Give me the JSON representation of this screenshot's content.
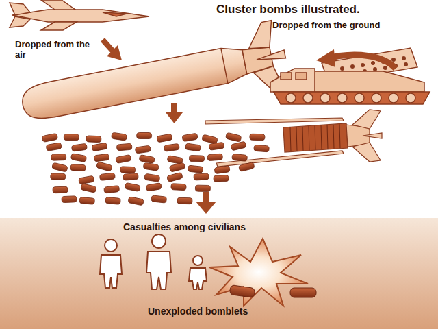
{
  "diagram": {
    "title": "Cluster bombs illustrated.",
    "labels": [
      "Dropped from the ground",
      "Dropped from the air",
      "Casualties among civilians",
      "Unexploded bomblets"
    ]
  }
}
